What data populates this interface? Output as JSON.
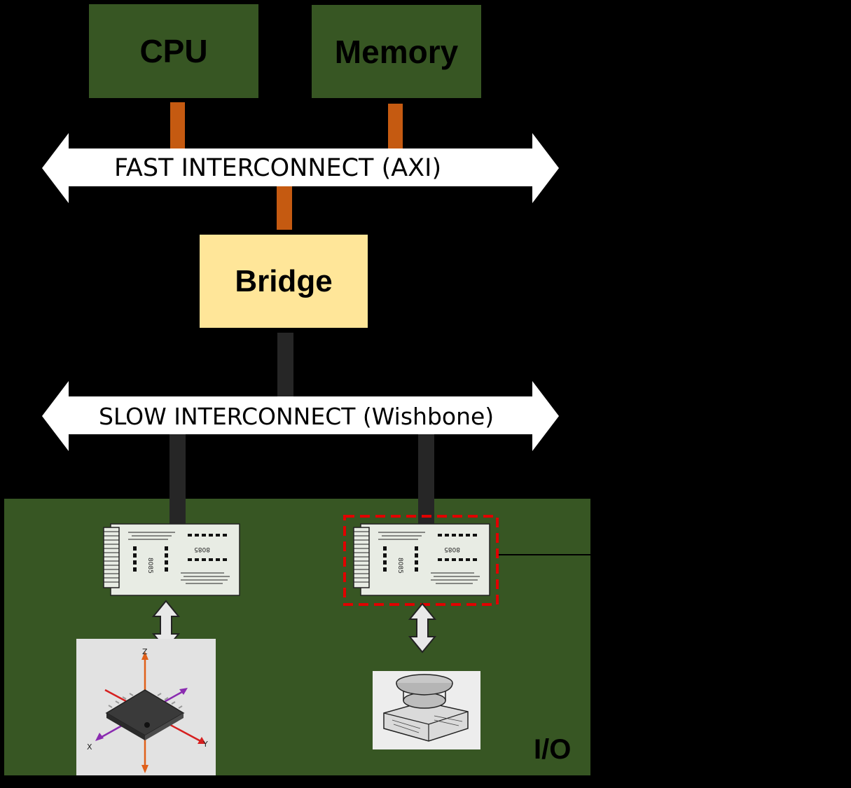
{
  "blocks": {
    "cpu": "CPU",
    "memory": "Memory",
    "bridge": "Bridge"
  },
  "buses": {
    "fast": "FAST INTERCONNECT (AXI)",
    "slow": "SLOW INTERCONNECT (Wishbone)"
  },
  "io": {
    "label": "I/O",
    "chip_text": "8085"
  },
  "colors": {
    "block_green": "#375623",
    "bridge_beige": "#FFE699",
    "fast_connector": "#C55A11",
    "slow_connector": "#262626",
    "highlight": "#E00000"
  }
}
